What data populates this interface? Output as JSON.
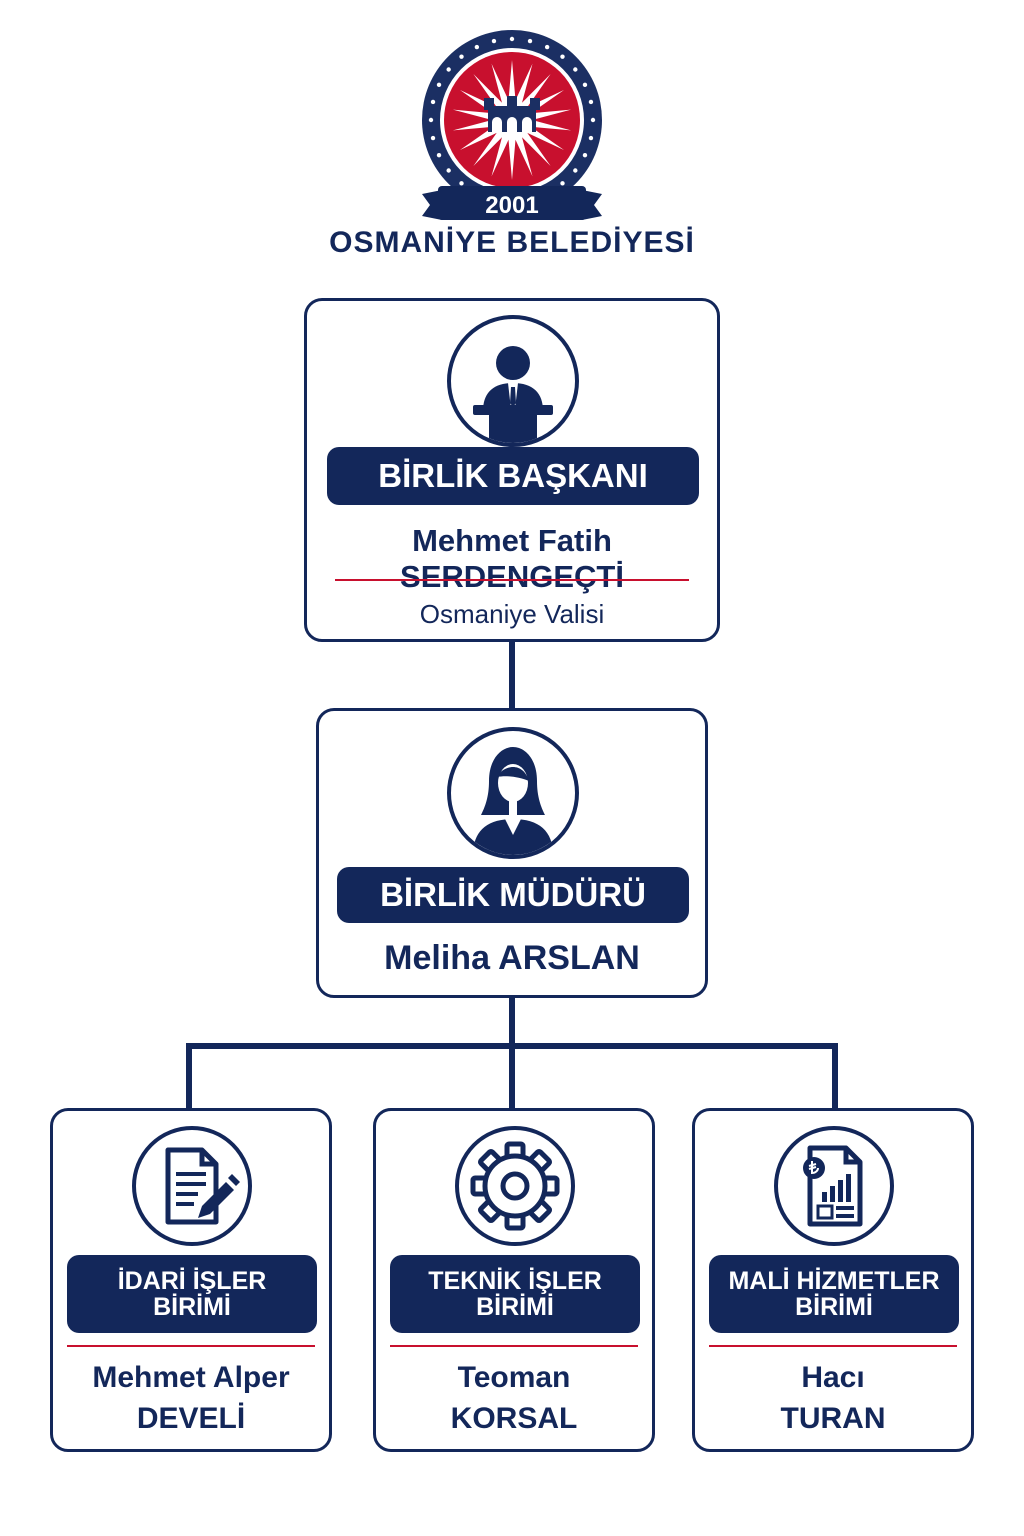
{
  "header": {
    "logo_year": "2001",
    "org_name": "OSMANİYE BELEDİYESİ"
  },
  "president": {
    "icon": "speaker-podium-icon",
    "title": "BİRLİK BAŞKANI",
    "name": "Mehmet Fatih SERDENGEÇTİ",
    "subtitle": "Osmaniye Valisi"
  },
  "director": {
    "icon": "businesswoman-icon",
    "title": "BİRLİK MÜDÜRÜ",
    "name": "Meliha ARSLAN"
  },
  "units": [
    {
      "icon": "document-edit-icon",
      "title_line1": "İDARİ İŞLER",
      "title_line2": "BİRİMİ",
      "name_line1": "Mehmet Alper",
      "name_line2": "DEVELİ"
    },
    {
      "icon": "gear-icon",
      "title_line1": "TEKNİK İŞLER",
      "title_line2": "BİRİMİ",
      "name_line1": "Teoman",
      "name_line2": "KORSAL"
    },
    {
      "icon": "finance-report-icon",
      "title_line1": "MALİ HİZMETLER",
      "title_line2": "BİRİMİ",
      "name_line1": "Hacı",
      "name_line2": "TURAN"
    }
  ],
  "colors": {
    "navy": "#13275a",
    "red": "#c8102e",
    "background": "#ffffff"
  }
}
